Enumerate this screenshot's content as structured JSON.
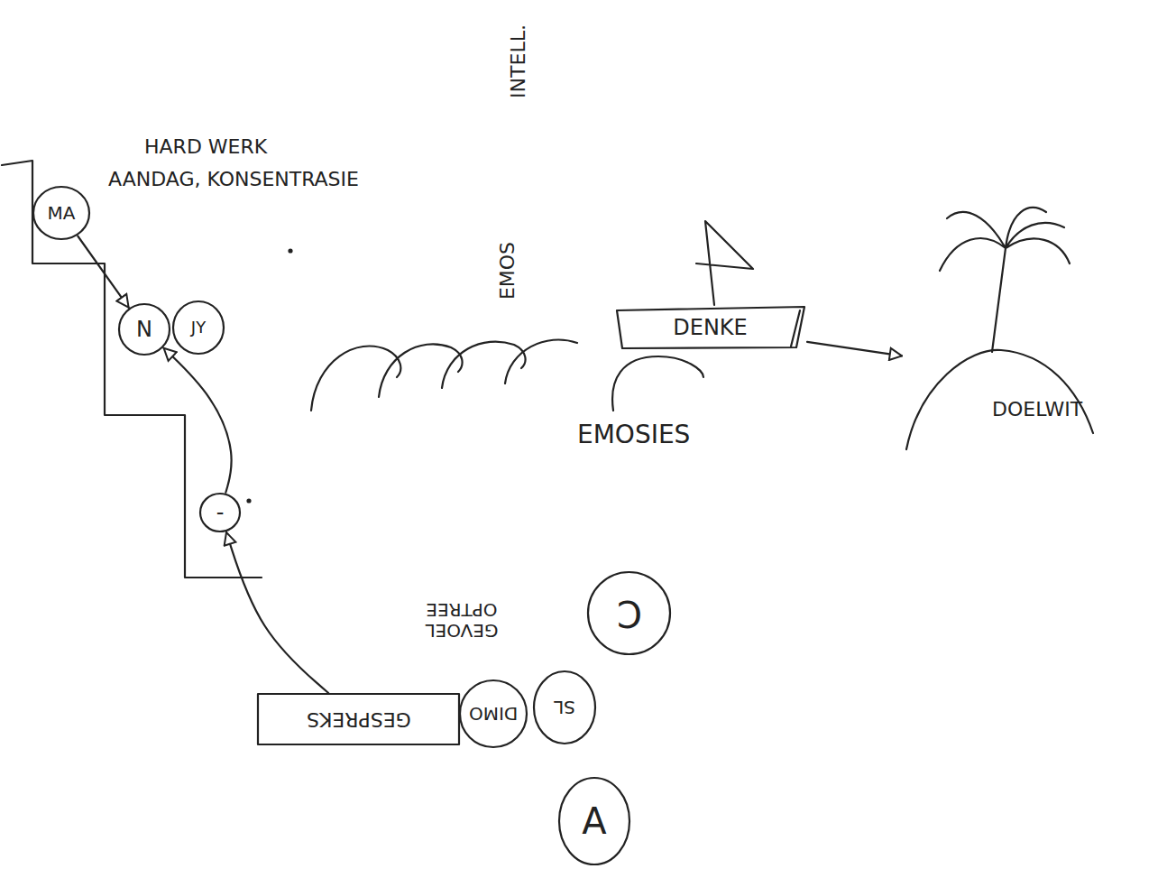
{
  "diagram": {
    "nodes": [
      {
        "text": [
          "MA"
        ]
      },
      {
        "text": [
          "N"
        ]
      },
      {
        "text": [
          "JY"
        ]
      },
      {
        "text": [
          "-"
        ]
      },
      {
        "text": [
          "DENKE"
        ]
      },
      {
        "text": [
          "DOELWIT"
        ]
      },
      {
        "text": [
          "GESPREKS"
        ]
      },
      {
        "text": [
          "DIMO"
        ]
      },
      {
        "text": [
          "SL"
        ]
      },
      {
        "text": [
          "C"
        ]
      },
      {
        "text": [
          "A"
        ]
      }
    ],
    "edges": [
      {
        "from": 0,
        "to": 1,
        "arrow": "to"
      },
      {
        "from": 3,
        "to": 1,
        "arrow": "to"
      },
      {
        "from": 6,
        "to": 3,
        "arrow": "to"
      },
      {
        "from": 4,
        "to": 5,
        "arrow": "to"
      }
    ],
    "labels": [
      "HARD WERK",
      "AANDAG, KONSENTRASIE",
      "INTELL.",
      "EMOS",
      "EMOSIES",
      "GEVOEL OPTREE"
    ]
  }
}
